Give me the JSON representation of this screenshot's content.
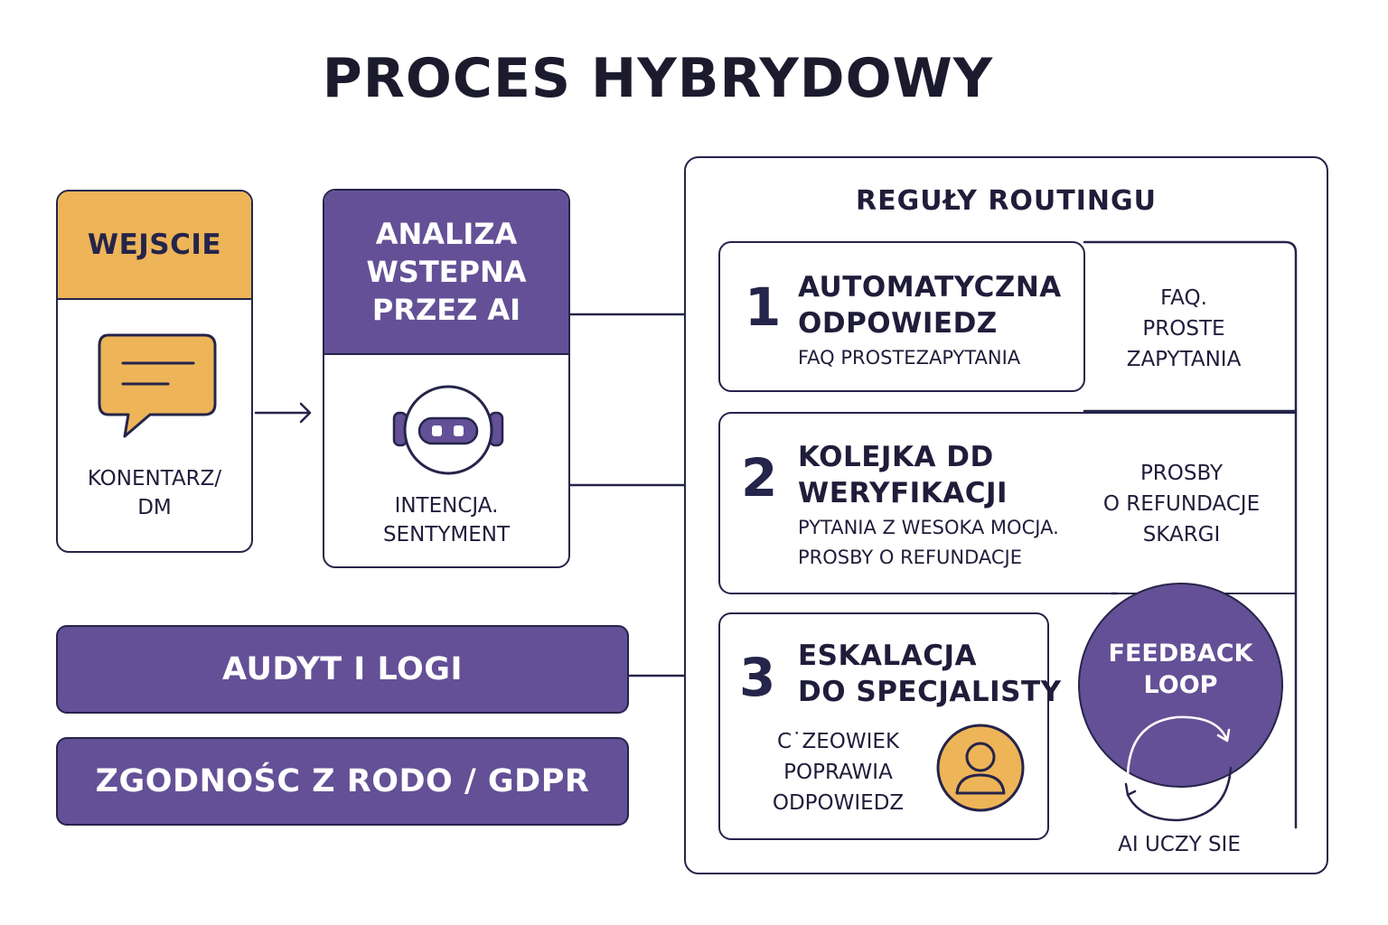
{
  "title": "PROCES HYBRYDOWY",
  "input_card": {
    "header": "WEJSCIE",
    "caption_line1": "KONENTARZ/",
    "caption_line2": "DM",
    "icon": "chat-bubble-icon"
  },
  "analysis_card": {
    "header_line1": "ANALIZA",
    "header_line2": "WSTEPNA",
    "header_line3": "PRZEZ AI",
    "caption_line1": "INTENCJA.",
    "caption_line2": "SENTYMENT",
    "icon": "robot-icon"
  },
  "audit_bar": "AUDYT I LOGI",
  "gdpr_bar": "ZGODNOŚC Z RODO / GDPR",
  "routing": {
    "title": "REGUŁY ROUTINGU",
    "rules": [
      {
        "number": "1",
        "title_line1": "AUTOMATYCZNA",
        "title_line2": "ODPOWIEDZ",
        "subtitle": "FAQ  PROSTEZAPYTANIA",
        "side_line1": "FAQ.",
        "side_line2": "PROSTE",
        "side_line3": "ZAPYTANIA"
      },
      {
        "number": "2",
        "title_line1": "KOLEJKA DD",
        "title_line2": "WERYFIKACJI",
        "subtitle_line1": "PYTANIA Z WESOKA MOCJA.",
        "subtitle_line2": "PROSBY O REFUNDACJE",
        "side_line1": "PROSBY",
        "side_line2": "O REFUNDACJE",
        "side_line3": "SKARGI"
      },
      {
        "number": "3",
        "title_line1": "ESKALACJA",
        "title_line2": "DO SPECJALISTY",
        "caption_line1": "C˙ZEOWIEK",
        "caption_line2": "POPRAWIA",
        "caption_line3": "ODPOWIEDZ",
        "icon": "person-icon"
      }
    ],
    "feedback_line1": "FEEDBACK",
    "feedback_line2": "LOOP",
    "feedback_caption": "AI UCZY SIE"
  },
  "colors": {
    "accent_yellow": "#EDB458",
    "accent_purple": "#645096",
    "outline": "#25244A"
  }
}
